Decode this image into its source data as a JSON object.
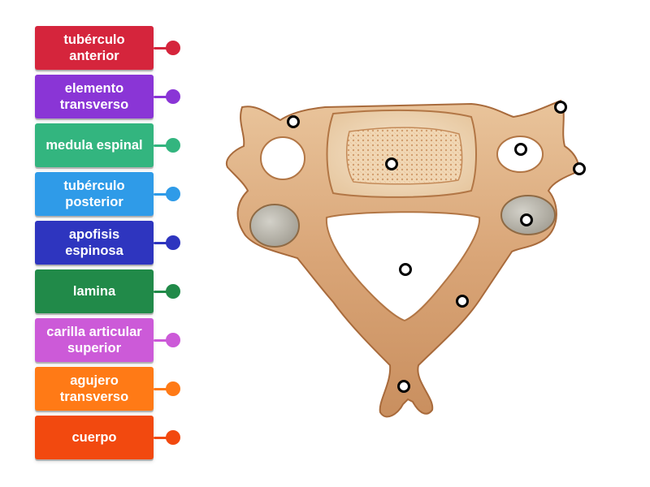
{
  "labels": [
    {
      "text": "tubérculo\nanterior",
      "color": "#d5253c"
    },
    {
      "text": "elemento\ntransverso",
      "color": "#8a35d6"
    },
    {
      "text": "medula espinal",
      "color": "#33b57f"
    },
    {
      "text": "tubérculo\nposterior",
      "color": "#2f9be8"
    },
    {
      "text": "apofisis\nespinosa",
      "color": "#2e35bf"
    },
    {
      "text": "lamina",
      "color": "#218a49"
    },
    {
      "text": "carilla articular\nsuperior",
      "color": "#cc5ad8"
    },
    {
      "text": "agujero\ntransverso",
      "color": "#ff7a16"
    },
    {
      "text": "cuerpo",
      "color": "#f2490f"
    }
  ]
}
